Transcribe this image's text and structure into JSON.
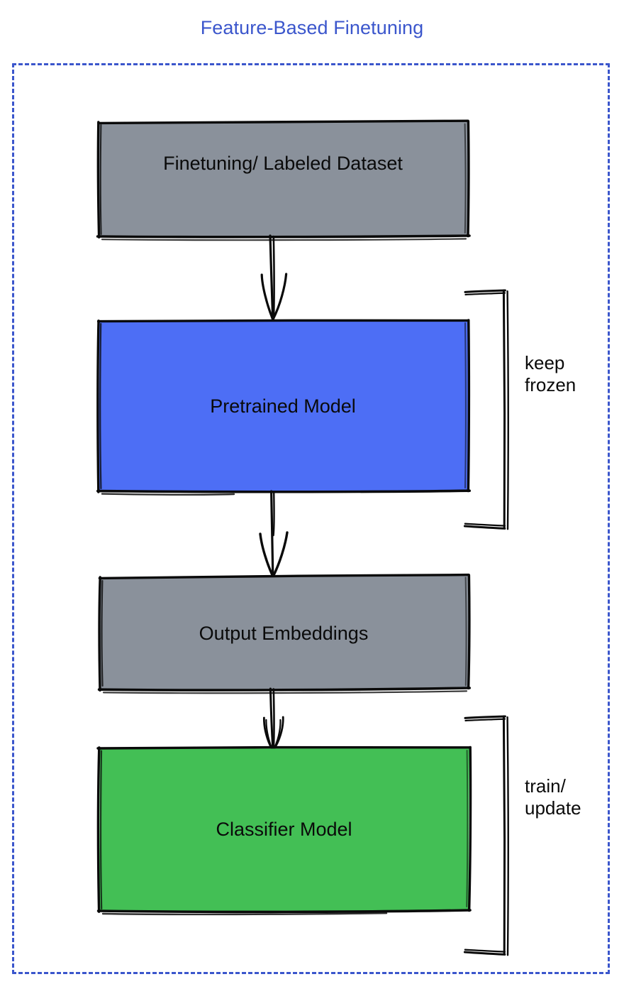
{
  "title": "Feature-Based Finetuning",
  "colors": {
    "title_blue": "#3b56cc",
    "frame_dashed_blue": "#3b56cc",
    "node_gray": "#8a919b",
    "node_blue": "#4d6ef5",
    "node_green": "#43bf55",
    "stroke_black": "#0a0a0a",
    "label_black": "#0a0a0a"
  },
  "frame": {
    "style": "dashed-rounded-rectangle",
    "label": "Feature-Based Finetuning group"
  },
  "nodes": [
    {
      "id": "dataset",
      "label": "Finetuning/ Labeled Dataset",
      "fill": "#8a919b",
      "shape": "rectangle-sketch"
    },
    {
      "id": "pretrained",
      "label": "Pretrained Model",
      "fill": "#4d6ef5",
      "shape": "rectangle-sketch"
    },
    {
      "id": "embeddings",
      "label": "Output Embeddings",
      "fill": "#8a919b",
      "shape": "rectangle-sketch"
    },
    {
      "id": "classifier",
      "label": "Classifier Model",
      "fill": "#43bf55",
      "shape": "rectangle-sketch"
    }
  ],
  "edges": [
    {
      "id": "dataset-to-pretrained",
      "from": "dataset",
      "to": "pretrained",
      "style": "sketch-arrow-down",
      "label": ""
    },
    {
      "id": "pretrained-to-embeddings",
      "from": "pretrained",
      "to": "embeddings",
      "style": "sketch-arrow-down",
      "label": ""
    },
    {
      "id": "embeddings-to-classifier",
      "from": "embeddings",
      "to": "classifier",
      "style": "sketch-arrow-down",
      "label": ""
    }
  ],
  "annotations": [
    {
      "id": "keep-frozen",
      "text": "keep\nfrozen",
      "target": "pretrained",
      "bracket": "right-curly-sketch"
    },
    {
      "id": "train-update",
      "text": "train/\nupdate",
      "target": "classifier",
      "bracket": "right-curly-sketch"
    }
  ]
}
